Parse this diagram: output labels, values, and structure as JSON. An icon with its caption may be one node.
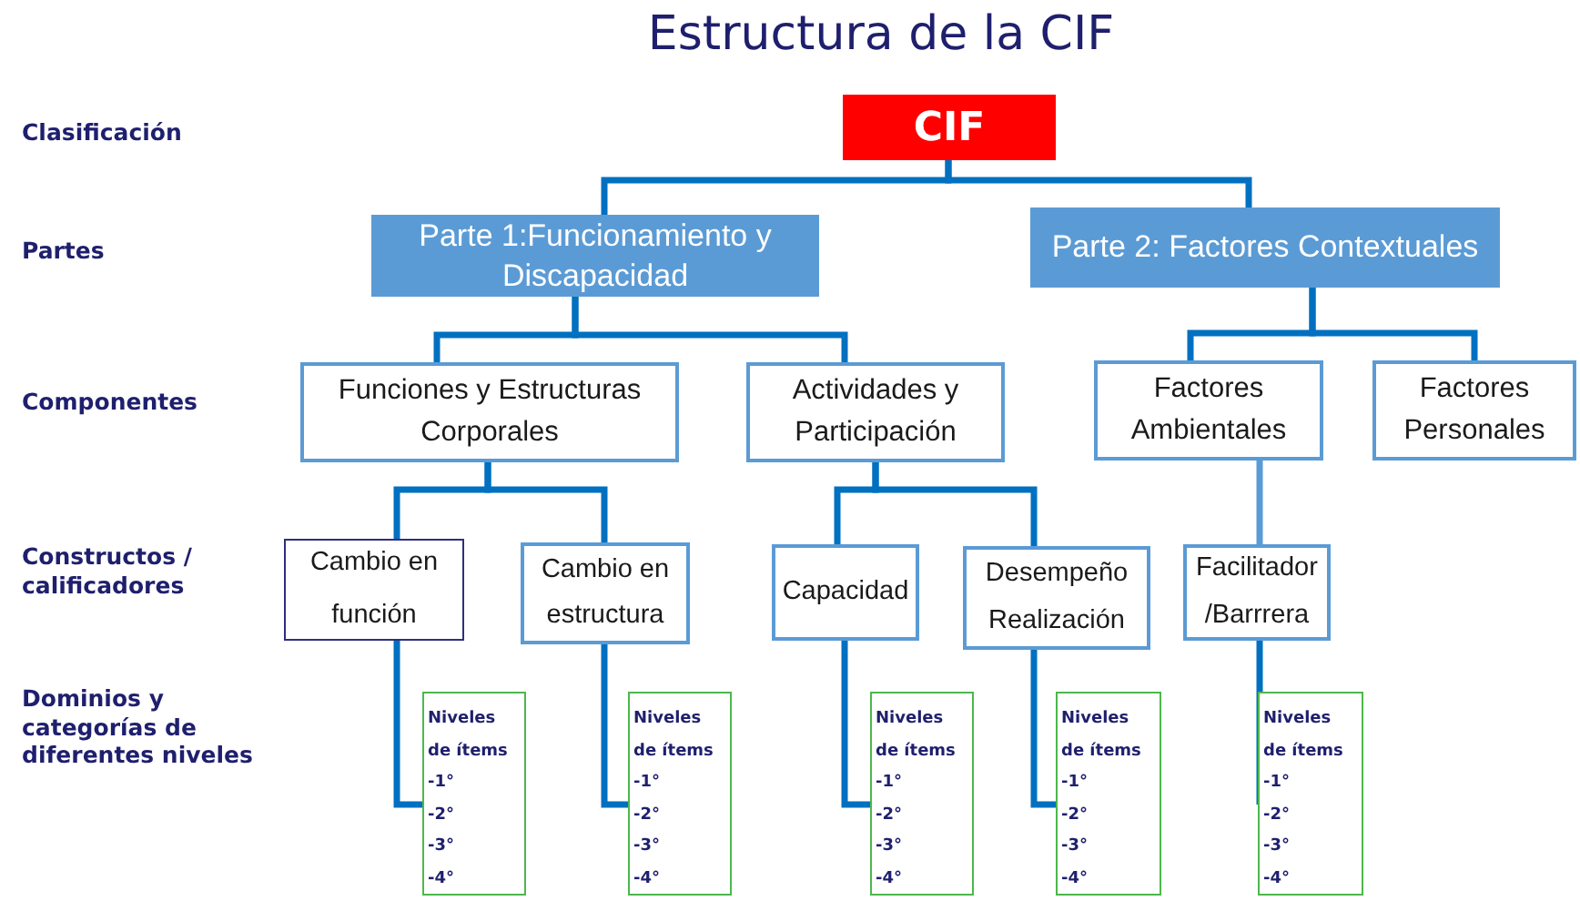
{
  "diagram": {
    "title": "Estructura de la CIF",
    "nodes": [
      {
        "text": [
          "CIF"
        ]
      },
      {
        "text": [
          "Parte 1:Funcionamiento y Discapacidad"
        ]
      },
      {
        "text": [
          "Parte 2: Factores Contextuales"
        ]
      },
      {
        "text": [
          "Funciones y Estructuras Corporales"
        ]
      },
      {
        "text": [
          "Actividades y Participación"
        ]
      },
      {
        "text": [
          "Factores Ambientales"
        ]
      },
      {
        "text": [
          "Factores Personales"
        ]
      },
      {
        "text": [
          "Cambio en función"
        ]
      },
      {
        "text": [
          "Cambio en estructura"
        ]
      },
      {
        "text": [
          "Capacidad"
        ]
      },
      {
        "text": [
          "Desempeño Realización"
        ]
      },
      {
        "text": [
          "Facilitador /Barrrera"
        ]
      },
      {
        "text": [
          "Niveles de ítems",
          "-1°",
          "-2°",
          "-3°",
          "-4°"
        ]
      },
      {
        "text": [
          "Niveles de ítems",
          "-1°",
          "-2°",
          "-3°",
          "-4°"
        ]
      },
      {
        "text": [
          "Niveles de ítems",
          "-1°",
          "-2°",
          "-3°",
          "-4°"
        ]
      },
      {
        "text": [
          "Niveles de ítems",
          "-1°",
          "-2°",
          "-3°",
          "-4°"
        ]
      },
      {
        "text": [
          "Niveles de ítems",
          "-1°",
          "-2°",
          "-3°",
          "-4°"
        ]
      }
    ],
    "edges": [
      {
        "from": 0,
        "to": 1,
        "arrow": "none"
      },
      {
        "from": 0,
        "to": 2,
        "arrow": "none"
      },
      {
        "from": 1,
        "to": 3,
        "arrow": "none"
      },
      {
        "from": 1,
        "to": 4,
        "arrow": "none"
      },
      {
        "from": 2,
        "to": 5,
        "arrow": "none"
      },
      {
        "from": 2,
        "to": 6,
        "arrow": "none"
      },
      {
        "from": 3,
        "to": 7,
        "arrow": "none"
      },
      {
        "from": 3,
        "to": 8,
        "arrow": "none"
      },
      {
        "from": 4,
        "to": 9,
        "arrow": "none"
      },
      {
        "from": 4,
        "to": 10,
        "arrow": "none"
      },
      {
        "from": 5,
        "to": 11,
        "arrow": "none",
        "color": "#5b9bd5"
      },
      {
        "from": 7,
        "to": 12,
        "arrow": "none"
      },
      {
        "from": 8,
        "to": 13,
        "arrow": "none"
      },
      {
        "from": 9,
        "to": 14,
        "arrow": "none"
      },
      {
        "from": 10,
        "to": 15,
        "arrow": "none"
      },
      {
        "from": 11,
        "to": 16,
        "arrow": "none"
      }
    ],
    "labels": [
      "Clasificación",
      "Partes",
      "Componentes",
      "Constructos / calificadores",
      "Dominios y categorías de diferentes niveles"
    ]
  }
}
